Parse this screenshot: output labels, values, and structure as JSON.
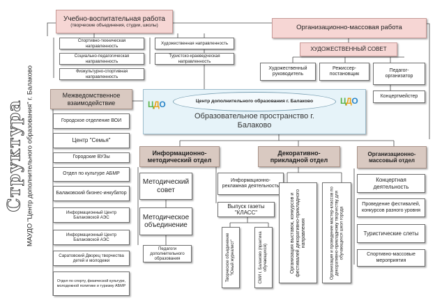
{
  "side": {
    "title": "Структура",
    "subtitle": "МАУДО \"Центр дополнительного образования\" г. Балаково"
  },
  "top": {
    "uv_title": "Учебно-воспитательная работа",
    "uv_sub": "(творческие объединения, студии, школы)",
    "om_title": "Организационно-массовая работа",
    "art_council": "ХУДОЖЕСТВЕННЫЙ СОВЕТ"
  },
  "directions": [
    "Спортивно-техническая направленность",
    "Социально-педагогическая направленность",
    "Физкультурно-спортивная направленность",
    "Художественная направленность",
    "Туристско-краеведческая направленность"
  ],
  "council_members": [
    "Художественный руководитель",
    "Режиссер-постановщик",
    "Педагог-организатор",
    "Концертмейстер"
  ],
  "center": {
    "logo": {
      "a": "Ц",
      "b": "Д",
      "c": "О"
    },
    "name": "Центр дополнительного образования г. Балаково",
    "space": "Образовательное пространство г. Балаково"
  },
  "interdept": {
    "title": "Межведомственное взаимодействие",
    "items": [
      "Городское отделение ВОИ",
      "Центр \"Семья\"",
      "Городские ВУЗы",
      "Отдел по культуре АБМР",
      "Балаковский бизнес-инкубатор",
      "Информационный Центр Балаковской АЭС",
      "Информационный Центр Балаковской АЭС",
      "Саратовский Дворец творчества детей и молодежи",
      "Отдел по спорту, физической культуре, молодежной политике и туризму АБМР"
    ]
  },
  "info_dept": {
    "title": "Информационно-методический отдел",
    "method_council": "Методический совет",
    "method_union": "Методическое объединение",
    "teachers": "Педагоги дополнительного образования",
    "info_ad": "Информационно-рекламная деятельность",
    "newspaper": "Выпуск газеты \"КЛАСС\"",
    "journalist": "Творческое объединение \"Юный журналист\"",
    "smi": "СМИ г. Балаково (практика обучающихся)"
  },
  "deco_dept": {
    "title": "Декоративно-прикладной отдел",
    "exhibitions": "Организация выставок, конкурсов и фестивалей декоративно-прикладного направления",
    "masterclasses": "Организация и проведение мастер-классов по декоративно-прикладному творчеству для обучающихся школ города"
  },
  "mass_dept": {
    "title": "Организационно-массовый отдел",
    "items": [
      "Концертная деятельность",
      "Проведение фестивалей, конкурсов разного уровня",
      "Туристические слеты",
      "Спортивно-массовые мероприятия"
    ]
  }
}
